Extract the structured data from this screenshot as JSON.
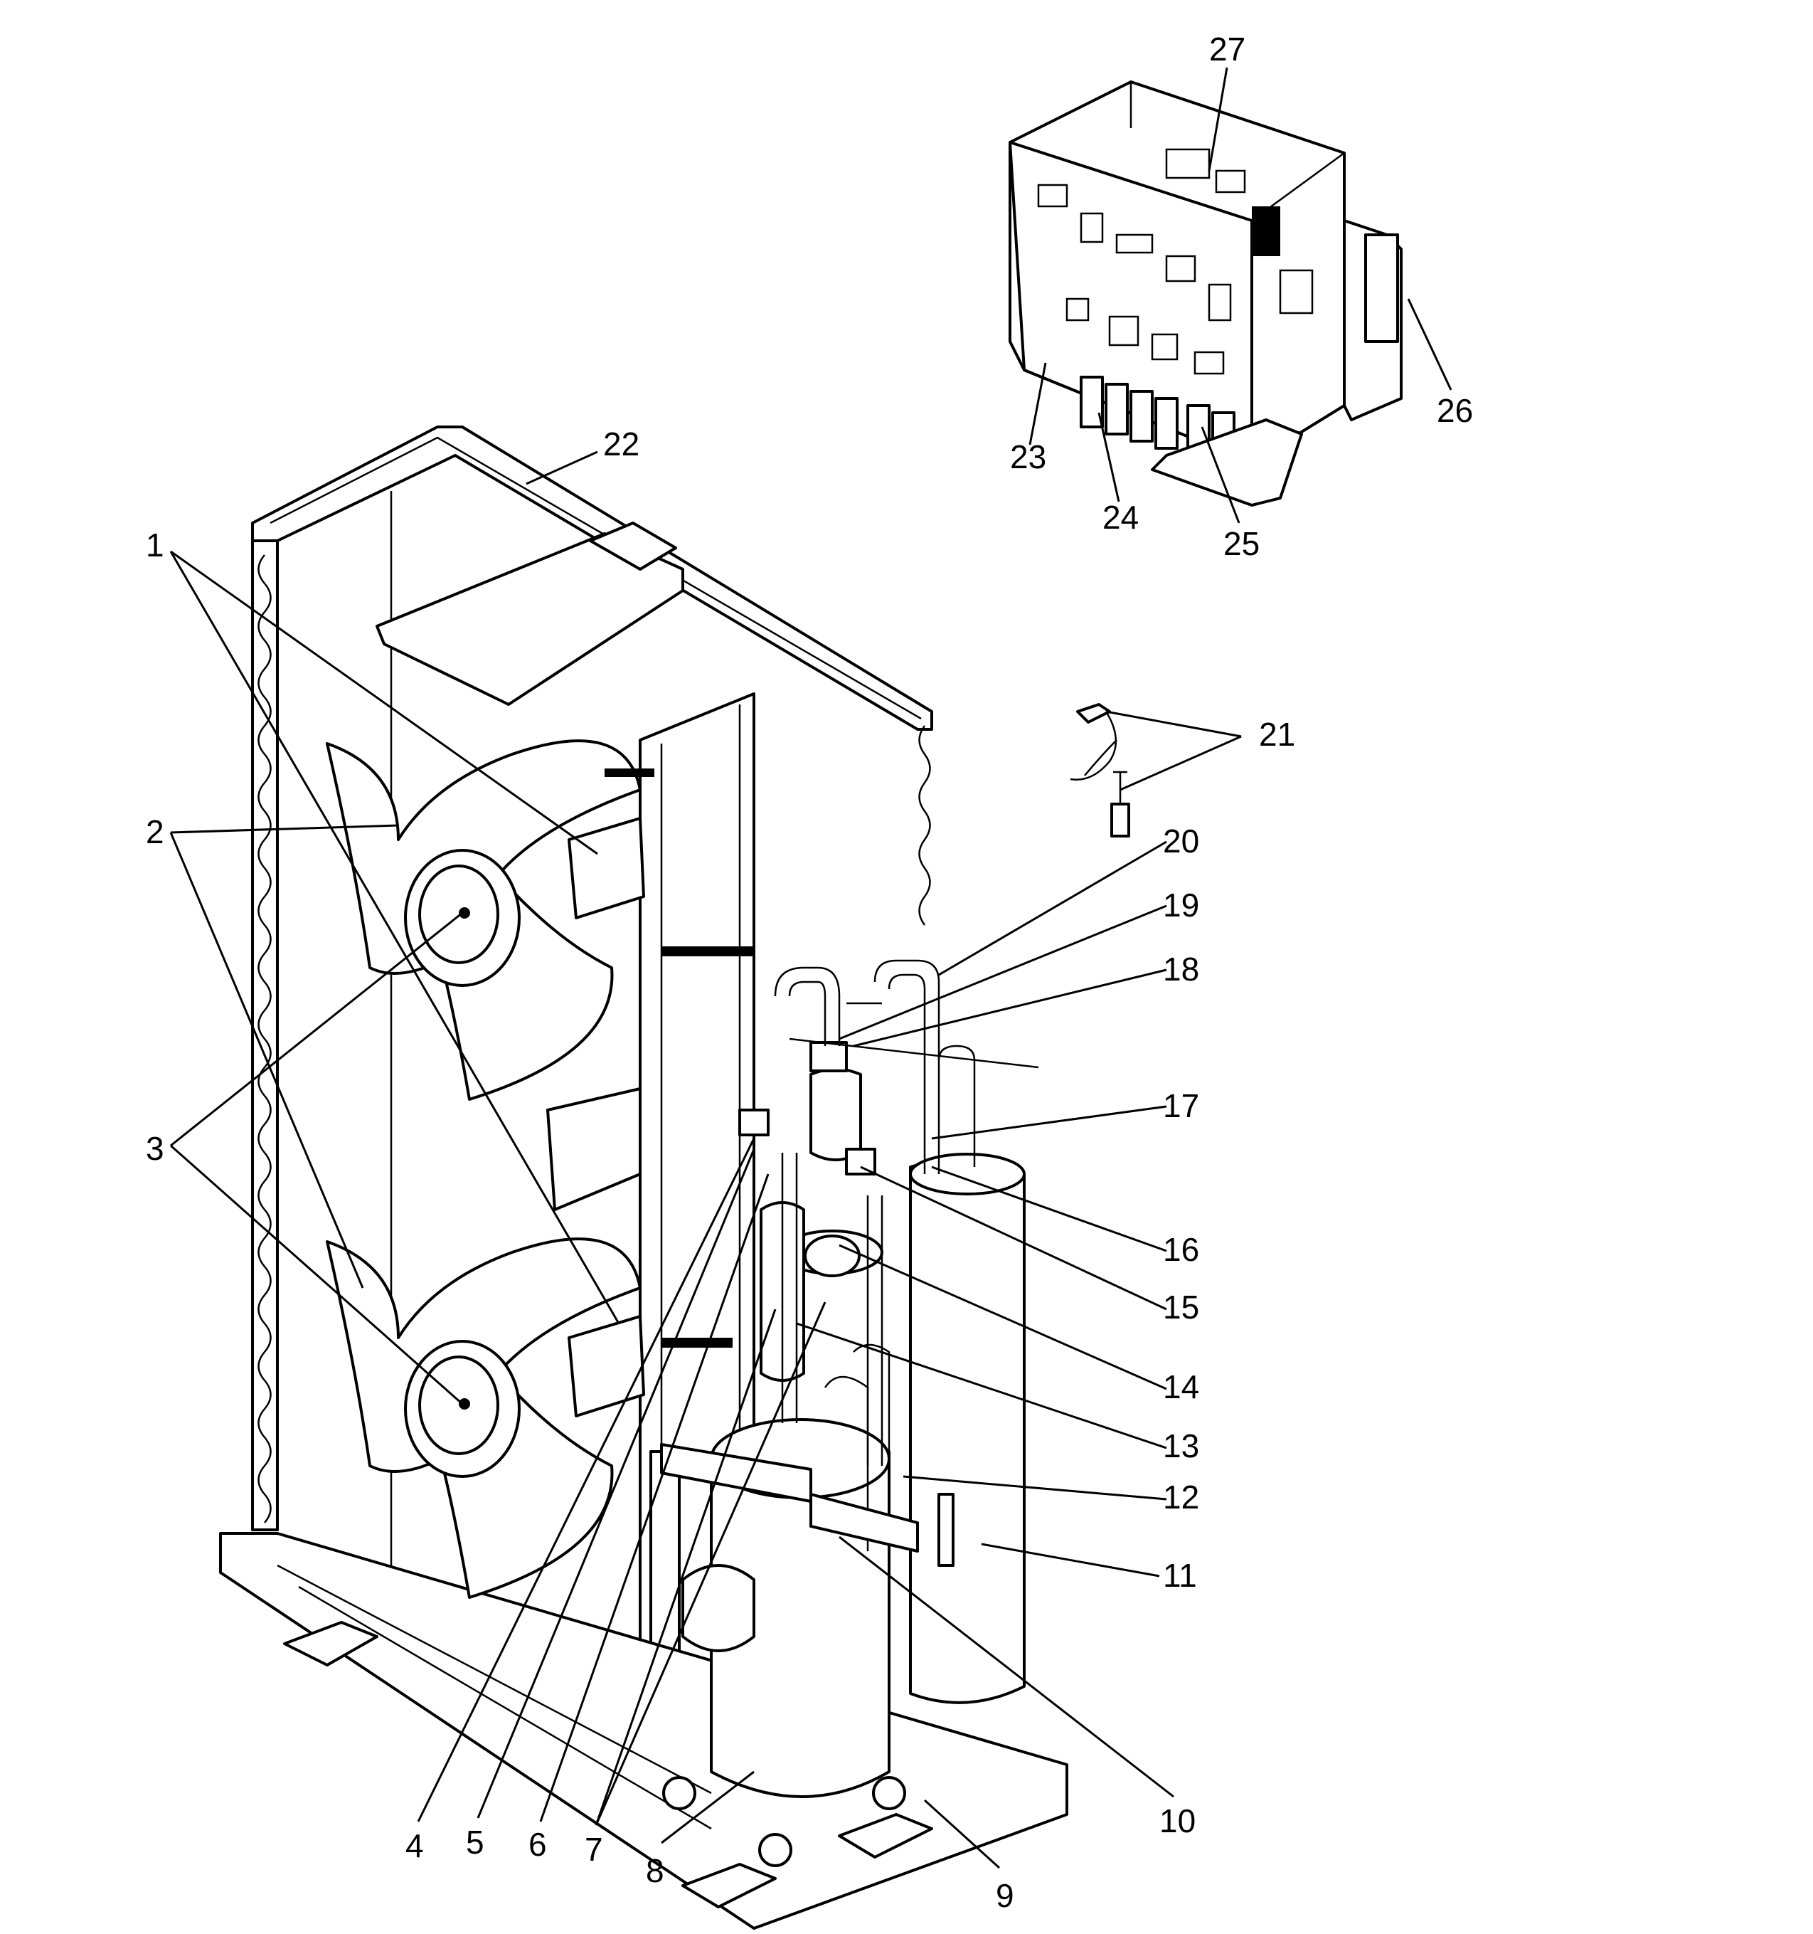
{
  "colors": {
    "ink": "#000000",
    "paper": "#ffffff"
  },
  "labels": {
    "p1": "1",
    "p2": "2",
    "p3": "3",
    "p4": "4",
    "p5": "5",
    "p6": "6",
    "p7": "7",
    "p8": "8",
    "p9": "9",
    "p10": "10",
    "p11": "11",
    "p12": "12",
    "p13": "13",
    "p14": "14",
    "p15": "15",
    "p16": "16",
    "p17": "17",
    "p18": "18",
    "p19": "19",
    "p20": "20",
    "p21": "21",
    "p22": "22",
    "p23": "23",
    "p24": "24",
    "p25": "25",
    "p26": "26",
    "p27": "27"
  }
}
